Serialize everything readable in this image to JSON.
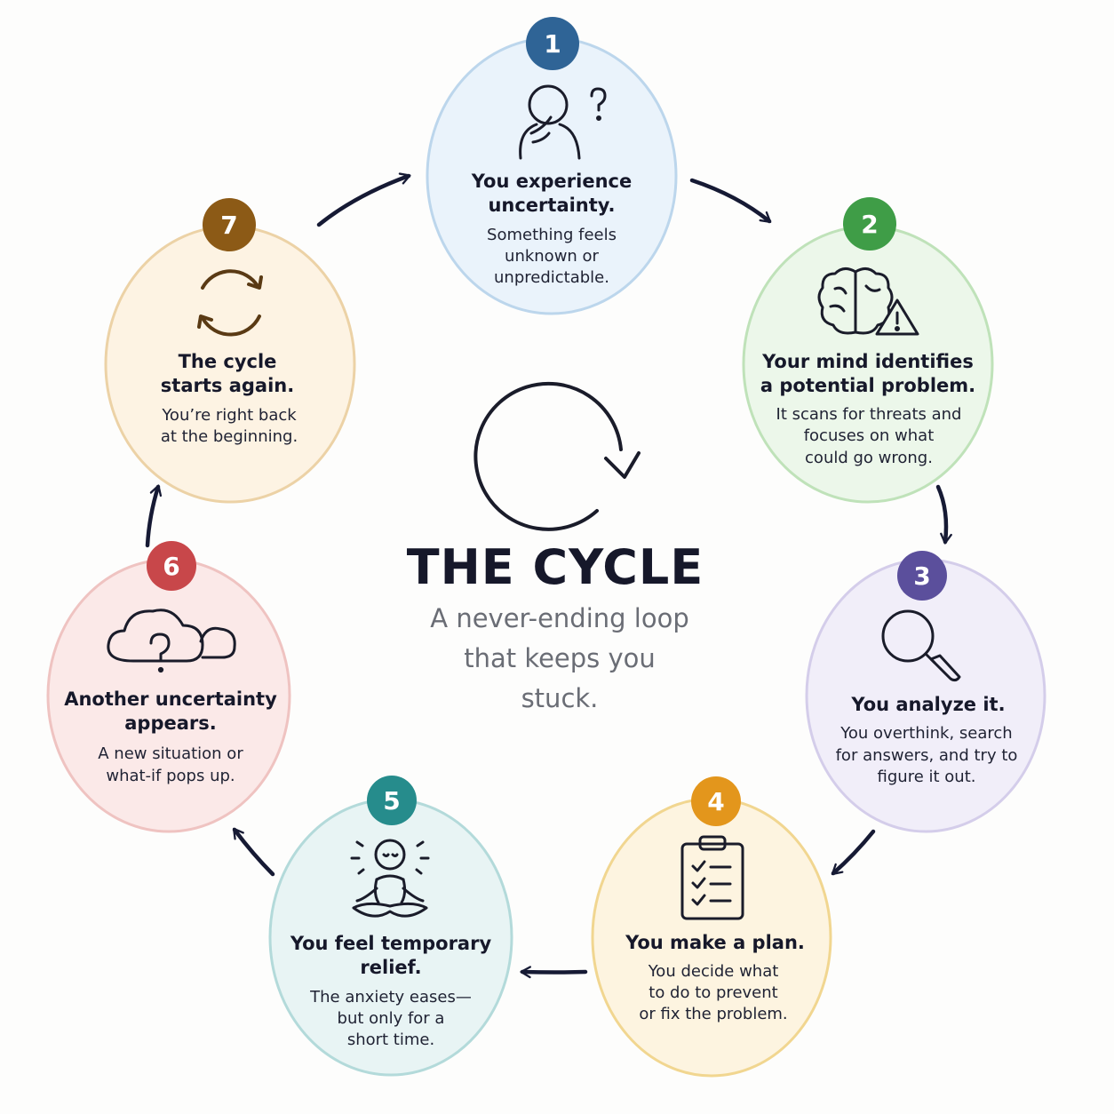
{
  "center": {
    "title": "THE CYCLE",
    "subtitle_lines": [
      "A never-ending loop",
      "that keeps you",
      "stuck."
    ]
  },
  "steps": [
    {
      "number": "1",
      "title_lines": [
        "You experience",
        "uncertainty."
      ],
      "desc_lines": [
        "Something feels",
        "unknown or",
        "unpredictable."
      ],
      "icon": "thinking-person-icon",
      "color": "#2f6496",
      "fill": "#eaf3fb",
      "stroke": "#bcd6ec"
    },
    {
      "number": "2",
      "title_lines": [
        "Your mind identifies",
        "a potential problem."
      ],
      "desc_lines": [
        "It scans for threats and",
        "focuses on what",
        "could go wrong."
      ],
      "icon": "brain-warning-icon",
      "color": "#3f9d47",
      "fill": "#ecf7ea",
      "stroke": "#bfe2b9"
    },
    {
      "number": "3",
      "title_lines": [
        "You analyze it."
      ],
      "desc_lines": [
        "You overthink, search",
        "for answers, and try to",
        "figure it out."
      ],
      "icon": "magnifier-icon",
      "color": "#5b4f9c",
      "fill": "#f1eef9",
      "stroke": "#d4cdea"
    },
    {
      "number": "4",
      "title_lines": [
        "You make a plan."
      ],
      "desc_lines": [
        "You decide what",
        "to do to prevent",
        "or fix the problem."
      ],
      "icon": "clipboard-checklist-icon",
      "color": "#e3961c",
      "fill": "#fdf4e0",
      "stroke": "#f1d690"
    },
    {
      "number": "5",
      "title_lines": [
        "You feel temporary",
        "relief."
      ],
      "desc_lines": [
        "The anxiety eases—",
        "but only for a",
        "short time."
      ],
      "icon": "meditating-person-icon",
      "color": "#268c8c",
      "fill": "#e8f4f4",
      "stroke": "#b3dada"
    },
    {
      "number": "6",
      "title_lines": [
        "Another uncertainty",
        "appears."
      ],
      "desc_lines": [
        "A new situation or",
        "what-if pops up."
      ],
      "icon": "clouds-question-icon",
      "color": "#c8474a",
      "fill": "#fbe9e8",
      "stroke": "#efc3c1"
    },
    {
      "number": "7",
      "title_lines": [
        "The cycle",
        "starts again."
      ],
      "desc_lines": [
        "You’re right back",
        "at the beginning."
      ],
      "icon": "refresh-cycle-icon",
      "color": "#8c5a16",
      "fill": "#fdf3e3",
      "stroke": "#ecd2a6"
    }
  ]
}
